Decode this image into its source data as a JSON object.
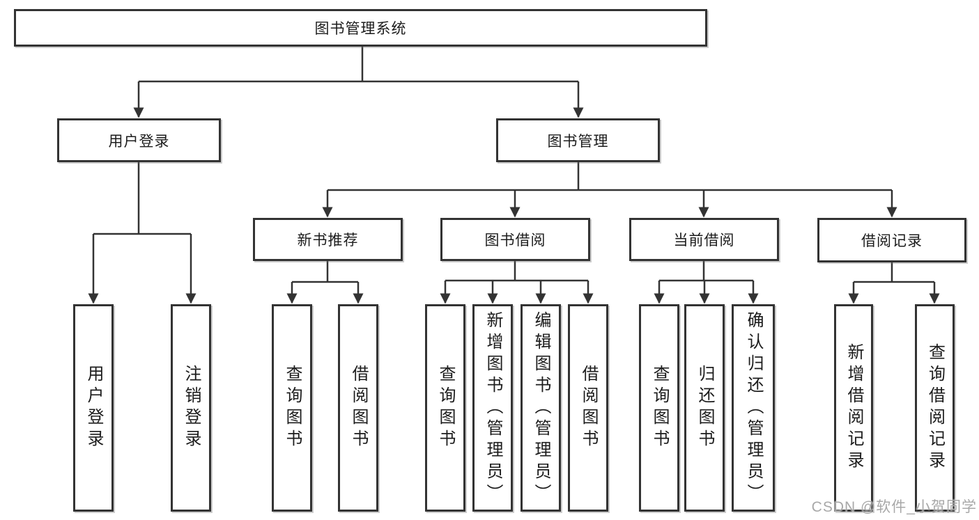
{
  "diagram": {
    "watermark": "CSDN @软件_小贺同学",
    "colors": {
      "line": "#333333",
      "box_border": "#333333",
      "text": "#1c1c1c",
      "watermark": "#9e9e9e",
      "background": "#ffffff"
    },
    "nodes": {
      "root": {
        "label": "图书管理系统"
      },
      "user_login": {
        "label": "用户登录"
      },
      "book_mgmt": {
        "label": "图书管理"
      },
      "new_book_rec": {
        "label": "新书推荐"
      },
      "book_borrow": {
        "label": "图书借阅"
      },
      "current_borrow": {
        "label": "当前借阅"
      },
      "borrow_records": {
        "label": "借阅记录"
      },
      "leaf_user_login": {
        "label": "用户登录"
      },
      "leaf_logout": {
        "label": "注销登录"
      },
      "leaf_query_book_1": {
        "label": "查询图书"
      },
      "leaf_borrow_book_1": {
        "label": "借阅图书"
      },
      "leaf_query_book_2": {
        "label": "查询图书"
      },
      "leaf_add_book": {
        "label": "新增图书（管理员）"
      },
      "leaf_edit_book": {
        "label": "编辑图书（管理员）"
      },
      "leaf_borrow_book_2": {
        "label": "借阅图书"
      },
      "leaf_query_book_3": {
        "label": "查询图书"
      },
      "leaf_return_book": {
        "label": "归还图书"
      },
      "leaf_confirm_return": {
        "label": "确认归还（管理员）"
      },
      "leaf_add_record": {
        "label": "新增借阅记录"
      },
      "leaf_query_record": {
        "label": "查询借阅记录"
      }
    }
  }
}
